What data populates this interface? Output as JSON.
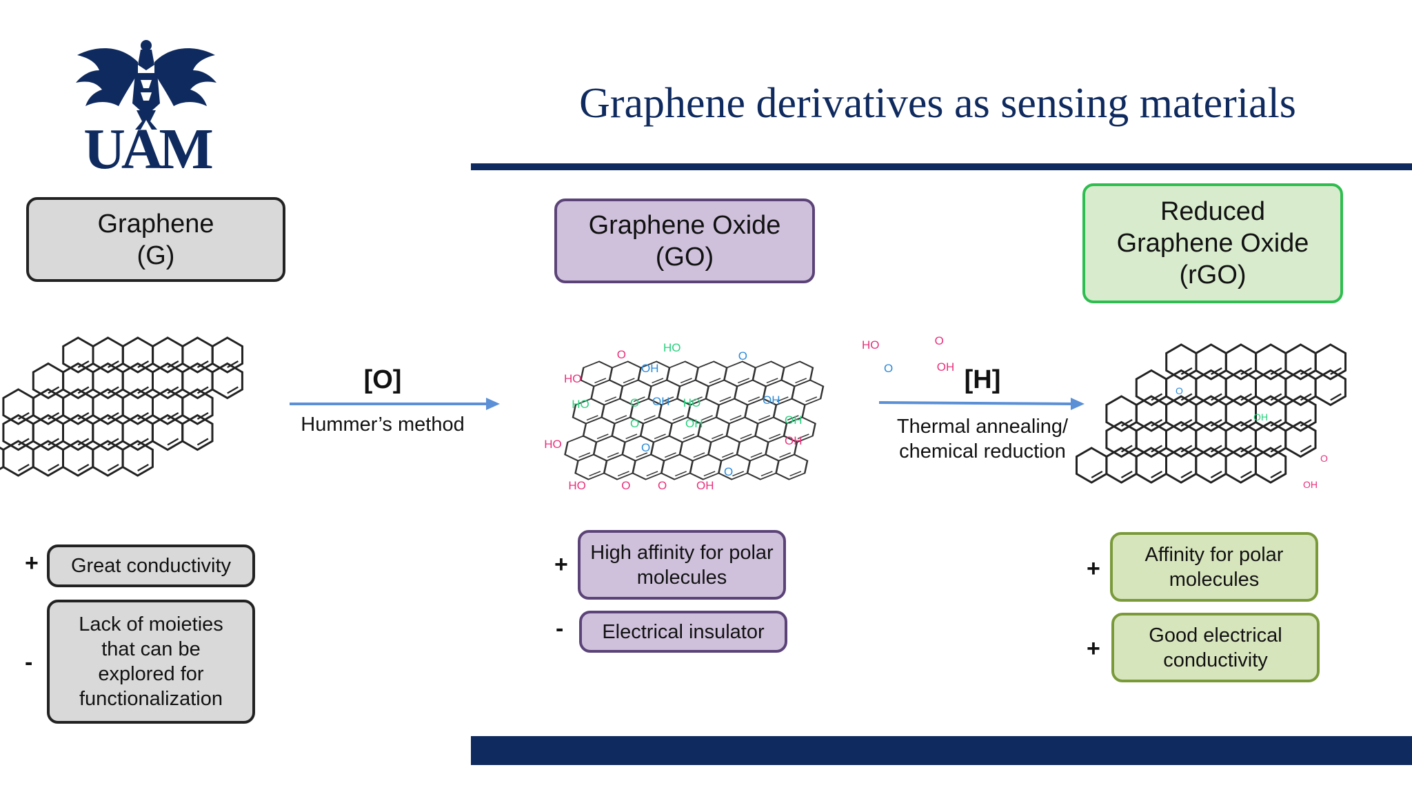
{
  "header": {
    "title": "Graphene derivatives as sensing materials",
    "logo_text": "UAM"
  },
  "columns": {
    "graphene": {
      "name": "Graphene\n(G)",
      "pros": [
        "Great conductivity"
      ],
      "cons": [
        "Lack of moieties that can be explored for functionalization"
      ]
    },
    "graphene_oxide": {
      "name": "Graphene Oxide\n(GO)",
      "pros": [
        "High affinity for polar molecules"
      ],
      "cons": [
        "Electrical insulator"
      ]
    },
    "reduced_graphene_oxide": {
      "name": "Reduced\nGraphene Oxide\n(rGO)",
      "pros": [
        "Affinity for polar molecules",
        "Good electrical conductivity"
      ]
    }
  },
  "signs": {
    "plus": "+",
    "minus": "-"
  },
  "arrows": {
    "oxidation": {
      "symbol": "[O]",
      "label": "Hummer’s method"
    },
    "reduction": {
      "symbol": "[H]",
      "label": "Thermal annealing/\nchemical reduction"
    }
  },
  "go_groups": [
    "HO",
    "O",
    "OH",
    "HO",
    "O",
    "HO",
    "O",
    "OH",
    "HO",
    "O",
    "OH",
    "OH",
    "HO",
    "OH",
    "HO",
    "O",
    "O",
    "OH",
    "O",
    "OH",
    "HO",
    "O",
    "O",
    "OH",
    "O"
  ],
  "rgo_groups": [
    "O",
    "OH",
    "O",
    "OH"
  ],
  "colors": {
    "navy": "#0f2a5e",
    "arrow": "#5b8fd6",
    "go_box": "#cfc1dc",
    "go_border": "#5b4378",
    "rgo_border": "#2ebd4f",
    "rgo_prop": "#d7e5bd",
    "g_box": "#d9d9d9",
    "pink": "#e8307a",
    "green": "#26d07c",
    "blue": "#2b8ad8"
  }
}
